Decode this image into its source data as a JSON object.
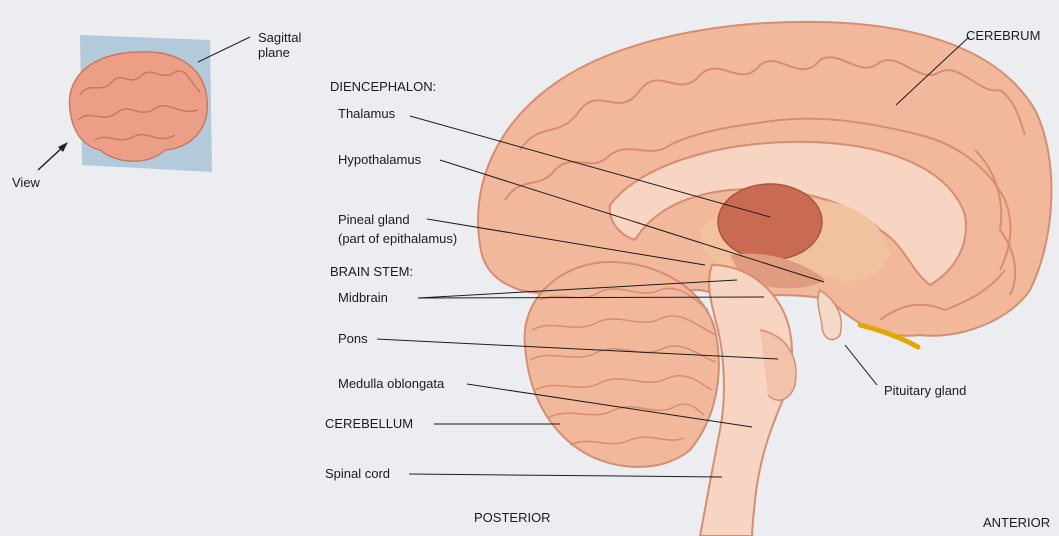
{
  "inset": {
    "plane_label": "Sagittal\nplane",
    "view_label": "View"
  },
  "labels": {
    "diencephalon": "DIENCEPHALON:",
    "thalamus": "Thalamus",
    "hypothalamus": "Hypothalamus",
    "pineal_gland_line1": "Pineal gland",
    "pineal_gland_line2": "(part of epithalamus)",
    "brain_stem": "BRAIN STEM:",
    "midbrain": "Midbrain",
    "pons": "Pons",
    "medulla_oblongata": "Medulla oblongata",
    "cerebellum": "CEREBELLUM",
    "spinal_cord": "Spinal cord",
    "cerebrum": "CEREBRUM",
    "pituitary_gland": "Pituitary gland",
    "posterior": "POSTERIOR",
    "anterior": "ANTERIOR"
  },
  "colors": {
    "brain_fill": "#f2b89c",
    "brain_dark": "#d78d70",
    "thalamus": "#c86b52",
    "plane": "#a9c3d6",
    "background": "#ebedf0"
  }
}
